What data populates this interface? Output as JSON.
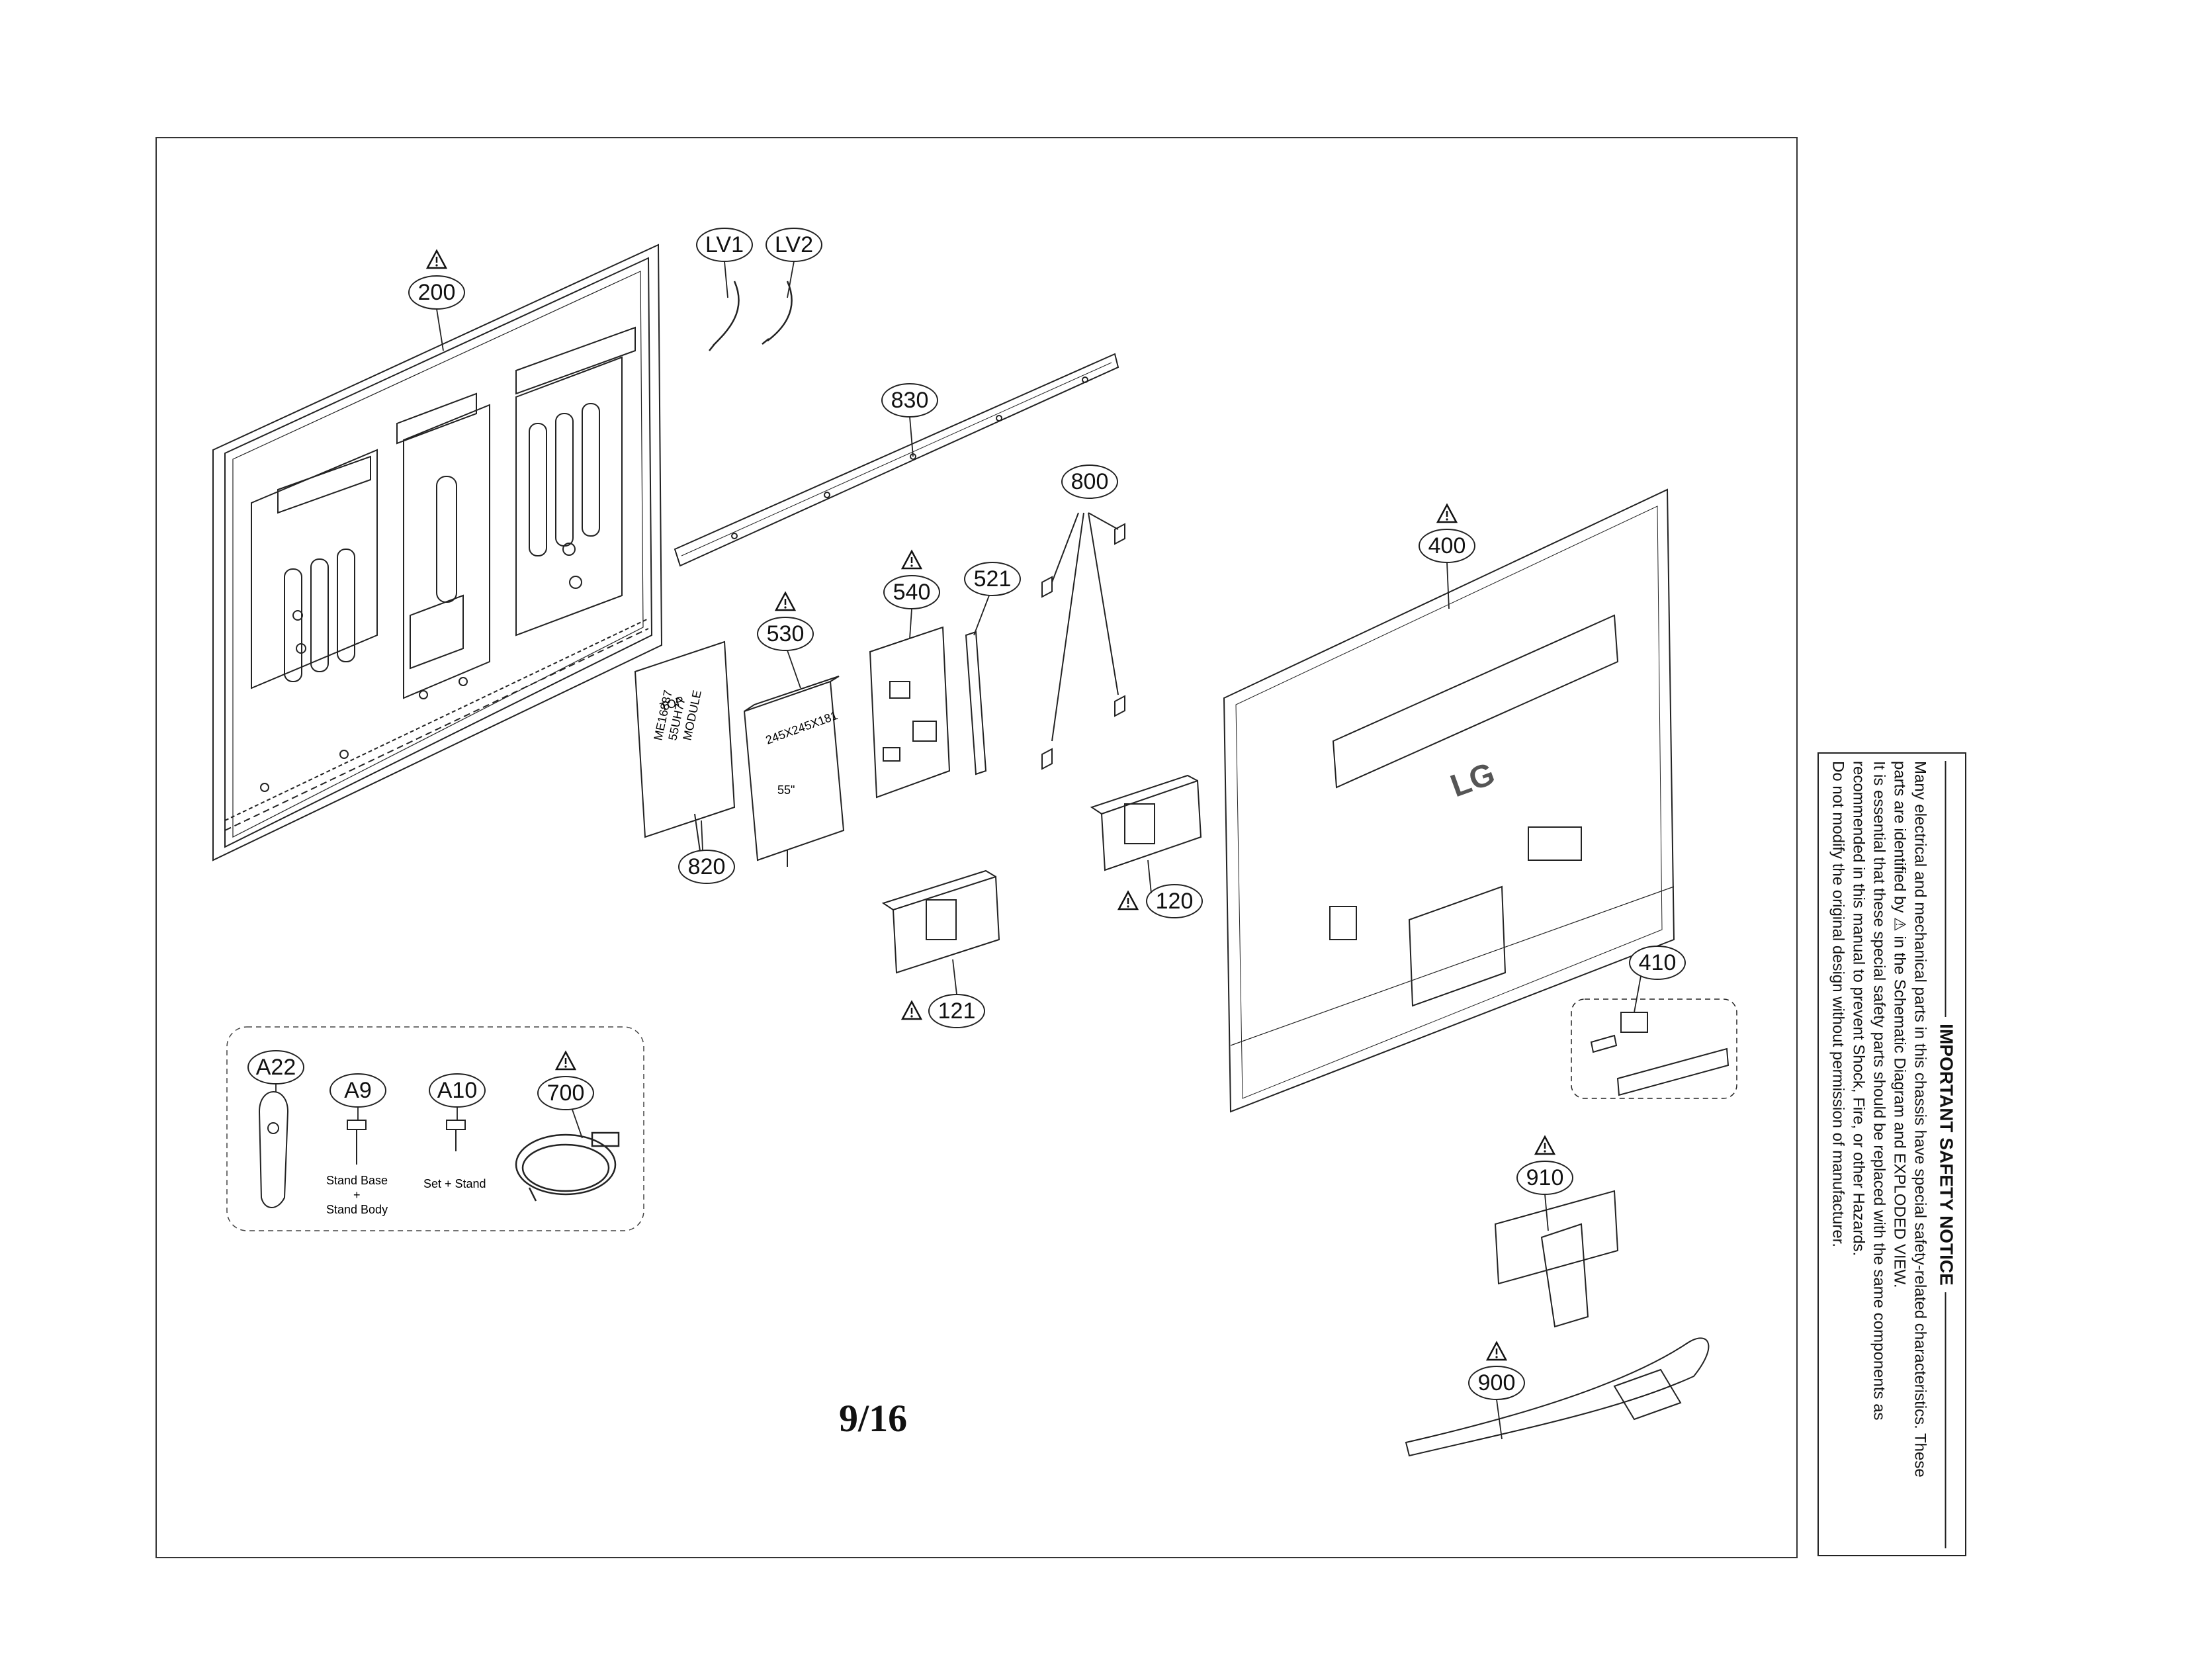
{
  "page_number": "9/16",
  "callouts": {
    "p200": "200",
    "lv1": "LV1",
    "lv2": "LV2",
    "p830": "830",
    "p800": "800",
    "p400": "400",
    "p530": "530",
    "p540": "540",
    "p521": "521",
    "p820": "820",
    "p120": "120",
    "p121": "121",
    "p410": "410",
    "p910": "910",
    "p900": "900",
    "a22": "A22",
    "a9": "A9",
    "a10": "A10",
    "p700": "700"
  },
  "labels": {
    "stand_base": "Stand Base",
    "plus": "+",
    "stand_body": "Stand Body",
    "set_stand": "Set + Stand",
    "top": "TOP",
    "module_line1": "ME16887",
    "module_line2": "55UH77",
    "module_line3": "MODULE",
    "box_size": "245X245X181",
    "box_inch": "55\"",
    "brand": "LG"
  },
  "safety_notice": {
    "title": "IMPORTANT SAFETY NOTICE",
    "line1": "Many electrical and mechanical parts in this chassis have special safety-related characteristics. These",
    "line2": "parts are identified by ⚠ in the Schematic Diagram and EXPLODED VIEW.",
    "line3": "It is essential that these special safety parts should be replaced with the same components as",
    "line4": "recommended in this manual to prevent Shock, Fire, or other Hazards.",
    "line5": "Do not modify the original design without permission of manufacturer."
  }
}
